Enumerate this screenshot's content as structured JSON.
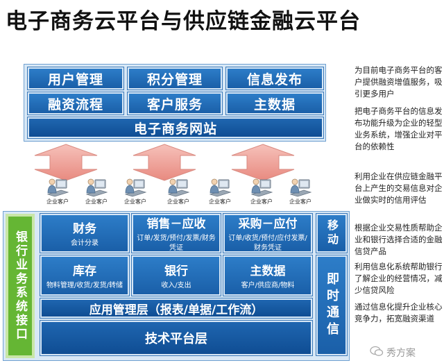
{
  "title": "电子商务云平台与供应链金融云平台",
  "top_modules": [
    "用户管理",
    "积分管理",
    "信息发布",
    "融资流程",
    "客户服务",
    "主数据"
  ],
  "website": "电子商务网站",
  "client_label": "企业客户",
  "bank_interface": "银行业务系统接口",
  "modules": [
    {
      "title": "财务",
      "sub": "会计分录"
    },
    {
      "title": "销售－应收",
      "sub": "订单/发货/预付/发票/财务凭证"
    },
    {
      "title": "采购－应付",
      "sub": "订单/收货/预付/应付发票/财务凭证"
    },
    {
      "title": "库存",
      "sub": "物料管理/收货/发货/转储"
    },
    {
      "title": "银行",
      "sub": "收入/支出"
    },
    {
      "title": "主数据",
      "sub": "客户/供应商/物料"
    }
  ],
  "app_layer": "应用管理层（报表/单据/工作流）",
  "tech_layer": "技术平台层",
  "mobile": "移动",
  "im": "即时通信",
  "notes": [
    "为目前电子商务平台的客户提供融资增值服务，吸引更多用户",
    "把电子商务平台的信息发布功能升级为企业的轻型业务系统，增强企业对平台的依赖性",
    "利用企业在供应链金融平台上产生的交易信息对企业做实时的信用评估",
    "根据企业交易性质帮助企业和银行选择合适的金融信贷产品",
    "利用信息化系统帮助银行了解企业的经营情况，减少信贷风险",
    "通过信息化提升企业核心竞争力，拓宽融资渠道"
  ],
  "watermark": "秀方案",
  "colors": {
    "blue": "#1a5fa8",
    "green": "#65b634",
    "arrow": "#f2a39a"
  }
}
